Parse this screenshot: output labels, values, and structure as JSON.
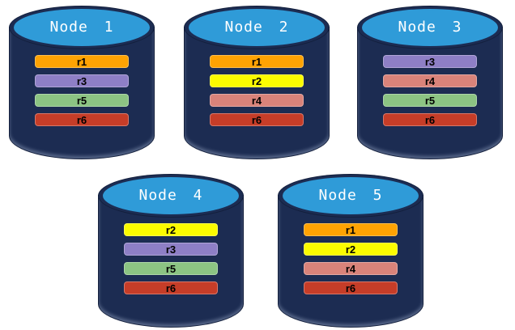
{
  "diagram": {
    "background": "#FFFFFF",
    "description": "Five database node cylinders showing replica placement"
  },
  "cylinder": {
    "body_color": "#1C2C52",
    "top_color": "#2F9BD8",
    "outline_color": "#131F3C",
    "title_color": "#FFFFFF"
  },
  "replica_palette": {
    "r1": "#FFA303",
    "r2": "#FCFC00",
    "r3": "#8E7FC6",
    "r4": "#D9837A",
    "r5": "#8CC483",
    "r6": "#C63D28"
  },
  "nodes": [
    {
      "label": "Node 1",
      "replicas": [
        "r1",
        "r3",
        "r5",
        "r6"
      ]
    },
    {
      "label": "Node 2",
      "replicas": [
        "r1",
        "r2",
        "r4",
        "r6"
      ]
    },
    {
      "label": "Node 3",
      "replicas": [
        "r3",
        "r4",
        "r5",
        "r6"
      ]
    },
    {
      "label": "Node 4",
      "replicas": [
        "r2",
        "r3",
        "r5",
        "r6"
      ]
    },
    {
      "label": "Node 5",
      "replicas": [
        "r1",
        "r2",
        "r4",
        "r6"
      ]
    }
  ]
}
